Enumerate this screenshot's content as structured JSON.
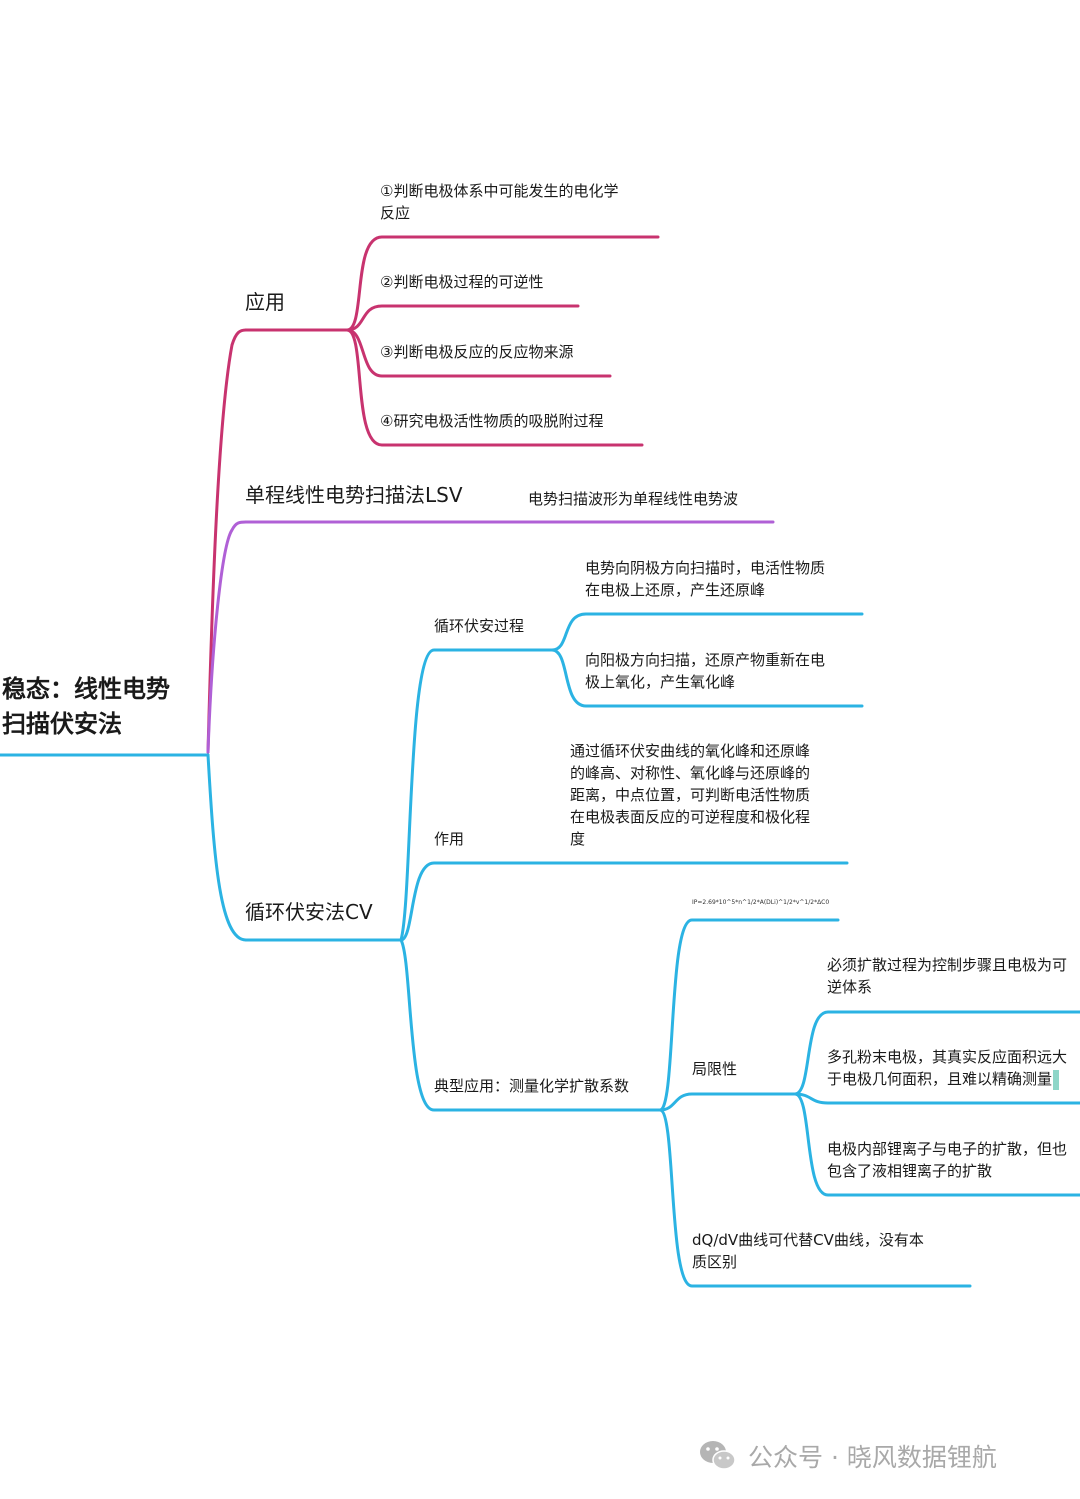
{
  "root": "稳态：线性电势\n扫描伏安法",
  "colors": {
    "red": "#c8336f",
    "purple": "#b060d6",
    "blue": "#2bb3e3"
  },
  "branches": {
    "application": {
      "label": "应用",
      "items": [
        "①判断电极体系中可能发生的电化学\n反应",
        "②判断电极过程的可逆性",
        "③判断电极反应的反应物来源",
        "④研究电极活性物质的吸脱附过程"
      ]
    },
    "lsv": {
      "label": "单程线性电势扫描法LSV",
      "note": "电势扫描波形为单程线性电势波"
    },
    "cv": {
      "label": "循环伏安法CV",
      "process": {
        "label": "循环伏安过程",
        "items": [
          "电势向阴极方向扫描时，电活性物质\n在电极上还原，产生还原峰",
          "向阳极方向扫描，还原产物重新在电\n极上氧化，产生氧化峰"
        ]
      },
      "role": {
        "label": "作用",
        "text": "通过循环伏安曲线的氧化峰和还原峰\n的峰高、对称性、氧化峰与还原峰的\n距离，中点位置，可判断电活性物质\n在电极表面反应的可逆程度和极化程\n度"
      },
      "typical": {
        "label": "典型应用：测量化学扩散系数",
        "formula": "IP=2.69*10^5*n^1/2*A(DLi)^1/2*v^1/2*ΔC0",
        "limitation": {
          "label": "局限性",
          "items": [
            "必须扩散过程为控制步骤且电极为可\n逆体系",
            "多孔粉末电极，其真实反应面积远大\n于电极几何面积，且难以精确测量",
            "电极内部锂离子与电子的扩散，但也\n包含了液相锂离子的扩散"
          ]
        },
        "dqdv": "dQ/dV曲线可代替CV曲线，没有本\n质区别"
      }
    }
  },
  "watermark": "公众号 · 晓风数据锂航"
}
